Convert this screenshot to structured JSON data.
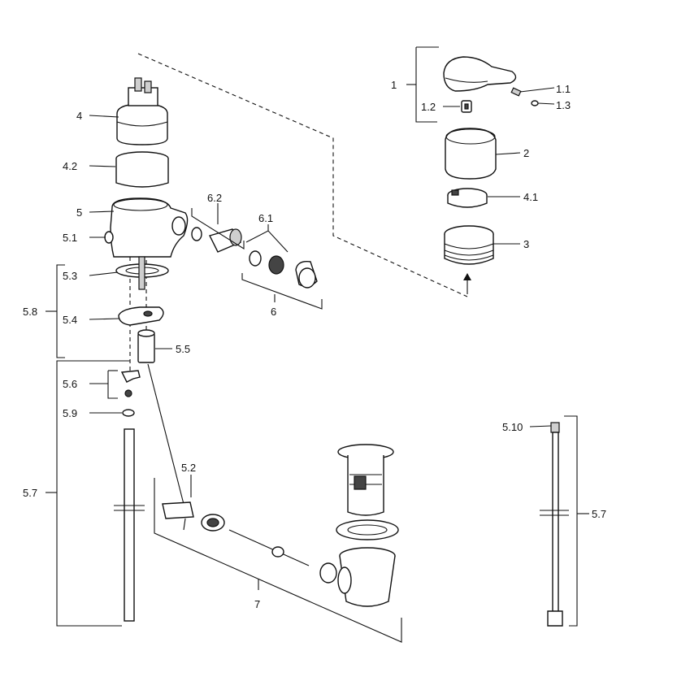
{
  "labels": {
    "l1": "1",
    "l1_1": "1.1",
    "l1_2": "1.2",
    "l1_3": "1.3",
    "l2": "2",
    "l3": "3",
    "l4": "4",
    "l4_1": "4.1",
    "l4_2": "4.2",
    "l5": "5",
    "l5_1": "5.1",
    "l5_2": "5.2",
    "l5_3": "5.3",
    "l5_4": "5.4",
    "l5_5": "5.5",
    "l5_6": "5.6",
    "l5_7a": "5.7",
    "l5_7b": "5.7",
    "l5_8": "5.8",
    "l5_9": "5.9",
    "l5_10": "5.10",
    "l6": "6",
    "l6_1": "6.1",
    "l6_2": "6.2",
    "l7": "7"
  }
}
